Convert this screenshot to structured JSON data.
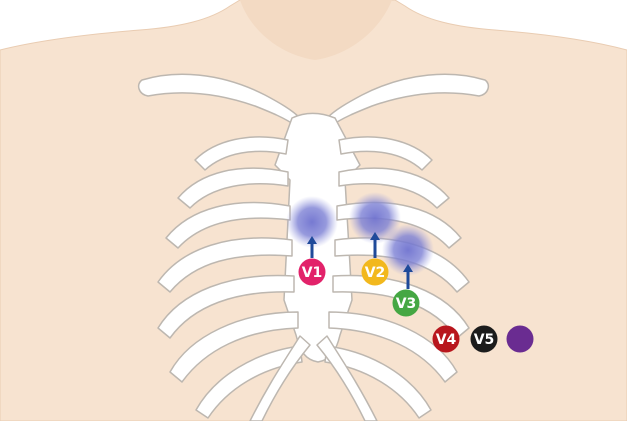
{
  "diagram": {
    "colors": {
      "background": "#ffffff",
      "skin": "#f7e3d0",
      "skin_outline": "#e8c9ad",
      "bone": "#ffffff",
      "bone_outline": "#b8b3ad",
      "hotspot": "#7b7fd1",
      "arrow": "#1f4a9a"
    },
    "leads": [
      {
        "id": "V1",
        "label": "V1",
        "color": "#e2226a",
        "has_hotspot": true
      },
      {
        "id": "V2",
        "label": "V2",
        "color": "#f2b81d",
        "has_hotspot": true
      },
      {
        "id": "V3",
        "label": "V3",
        "color": "#45a743",
        "has_hotspot": true
      },
      {
        "id": "V4",
        "label": "V4",
        "color": "#b8161d",
        "has_hotspot": false
      },
      {
        "id": "V5",
        "label": "V5",
        "color": "#1c1c1c",
        "has_hotspot": false
      },
      {
        "id": "V6",
        "label": "",
        "color": "#6a2c91",
        "has_hotspot": false
      }
    ]
  }
}
